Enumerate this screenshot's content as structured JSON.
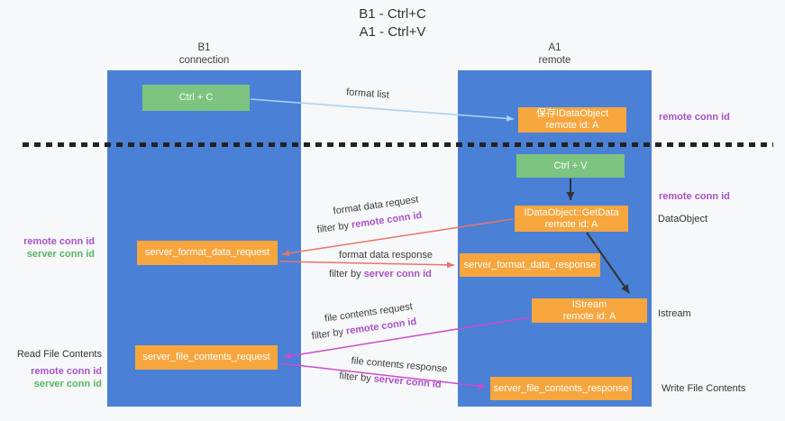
{
  "title": {
    "line1": "B1 - Ctrl+C",
    "line2": "A1 - Ctrl+V"
  },
  "lifelines": {
    "left": {
      "name": "B1",
      "role": "connection"
    },
    "right": {
      "name": "A1",
      "role": "remote"
    }
  },
  "nodes": {
    "ctrl_c": {
      "label": "Ctrl + C"
    },
    "ctrl_v": {
      "label": "Ctrl + V"
    },
    "save_idataobject": {
      "line1": "保存IDataObject",
      "line2": "remote id: A"
    },
    "getdata": {
      "line1": "IDataObject::GetData",
      "line2": "remote id: A"
    },
    "istream": {
      "line1": "IStream",
      "line2": "remote id: A"
    },
    "format_request": {
      "label": "server_format_data_request"
    },
    "format_response": {
      "label": "server_format_data_response"
    },
    "file_request": {
      "label": "server_file_contents_request"
    },
    "file_response": {
      "label": "server_file_contents_response"
    }
  },
  "edge_labels": {
    "format_list": "format list",
    "format_data_request": "format data request",
    "filter_remote_1": {
      "prefix": "filter by ",
      "term": "remote conn id"
    },
    "format_data_response": "format data response",
    "filter_server_1": {
      "prefix": "filter by ",
      "term": "server conn id"
    },
    "file_contents_request": "file contents request",
    "filter_remote_2": {
      "prefix": "filter by ",
      "term": "remote conn id"
    },
    "file_contents_response": "file contents response",
    "filter_server_2": {
      "prefix": "filter by ",
      "term": "server conn id"
    }
  },
  "side_labels": {
    "left": {
      "remote_conn_id_1": "remote conn id",
      "server_conn_id_1": "server conn id",
      "read_file_contents": "Read File Contents",
      "remote_conn_id_2": "remote conn id",
      "server_conn_id_2": "server conn id"
    },
    "right": {
      "remote_conn_id_1": "remote conn id",
      "remote_conn_id_2": "remote conn id",
      "dataobject": "DataObject",
      "istream": "Istream",
      "write_file_contents": "Write File Contents"
    }
  },
  "colors": {
    "lifeline_blue": "#4a80d6",
    "node_green": "#7cc47f",
    "node_orange": "#f7a63e",
    "arrow_light_blue": "#a9d2f3",
    "arrow_red": "#e97468",
    "arrow_magenta": "#cb4bce",
    "arrow_black": "#333333",
    "text_purple": "#a851c8",
    "text_green": "#56b667"
  }
}
